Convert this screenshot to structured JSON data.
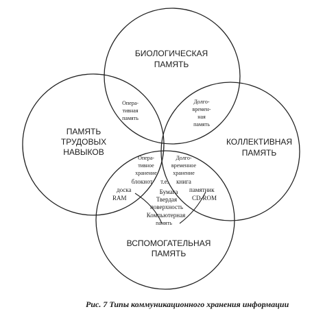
{
  "circles": {
    "top": [
      "БИОЛОГИЧЕСКАЯ",
      "ПАМЯТЬ"
    ],
    "left": [
      "ПАМЯТЬ",
      "ТРУДОВЫХ",
      "НАВЫКОВ"
    ],
    "right": [
      "КОЛЛЕКТИВНАЯ",
      "ПАМЯТЬ"
    ],
    "bottom": [
      "ВСПОМОГАТЕЛЬНАЯ",
      "ПАМЯТЬ"
    ]
  },
  "overlaps": {
    "top_left": [
      "Опера-",
      "тивная",
      "память"
    ],
    "top_right": [
      "Долго-",
      "времен-",
      "ная",
      "память"
    ],
    "left_bottom": [
      "Опера-",
      "тивное",
      "хранение",
      "блокнот",
      "доска",
      "RAM"
    ],
    "right_bottom": [
      "Долго-",
      "временное",
      "хранение",
      "книга",
      "памятник",
      "CD-ROM"
    ],
    "center_marker": "т.е.",
    "center_items": [
      "Бумага",
      "Твердая",
      "поверхность",
      "Компьютерная",
      "память"
    ]
  },
  "caption": "Рис. 7 Типы коммуникационного хранения информации"
}
